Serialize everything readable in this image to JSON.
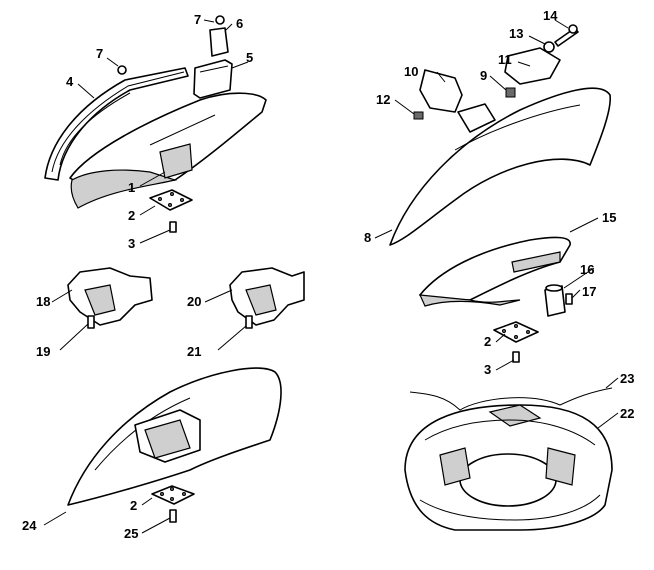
{
  "callouts": {
    "c1": "1",
    "c2a": "2",
    "c3a": "3",
    "c4": "4",
    "c5": "5",
    "c6": "6",
    "c7a": "7",
    "c7b": "7",
    "c8": "8",
    "c9": "9",
    "c10": "10",
    "c11": "11",
    "c12": "12",
    "c13": "13",
    "c14": "14",
    "c15": "15",
    "c16": "16",
    "c17": "17",
    "c2b": "2",
    "c3b": "3",
    "c18": "18",
    "c19": "19",
    "c20": "20",
    "c21": "21",
    "c22": "22",
    "c23": "23",
    "c24": "24",
    "c2c": "2",
    "c25": "25"
  }
}
